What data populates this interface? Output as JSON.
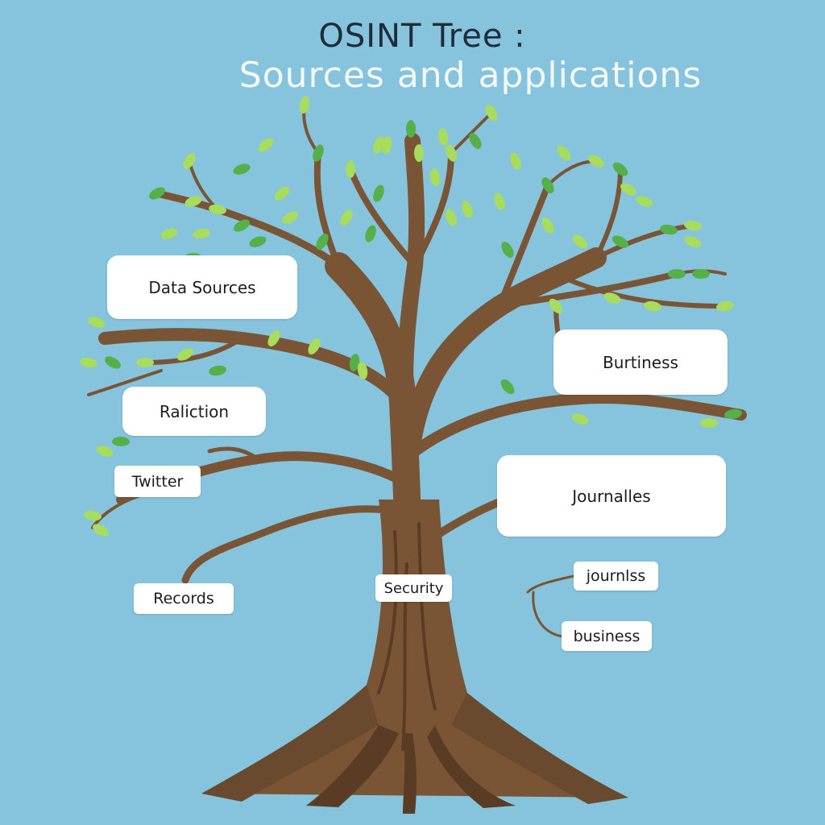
{
  "title": {
    "line1": "OSINT Tree :",
    "line2": "Sources  and applications"
  },
  "labels": {
    "data_sources": "Data Sources",
    "raliction": "Raliction",
    "twitter": "Twitter",
    "records": "Records",
    "security": "Security",
    "burtiness": "Burtiness",
    "journalles": "Journalles",
    "journlss": "journlss",
    "business": "business"
  },
  "colors": {
    "background": "#86c3dc",
    "trunk": "#7a5535",
    "trunk_dark": "#5a3c24",
    "leaf_light": "#a8dc5c",
    "leaf_dark": "#55b04a"
  }
}
